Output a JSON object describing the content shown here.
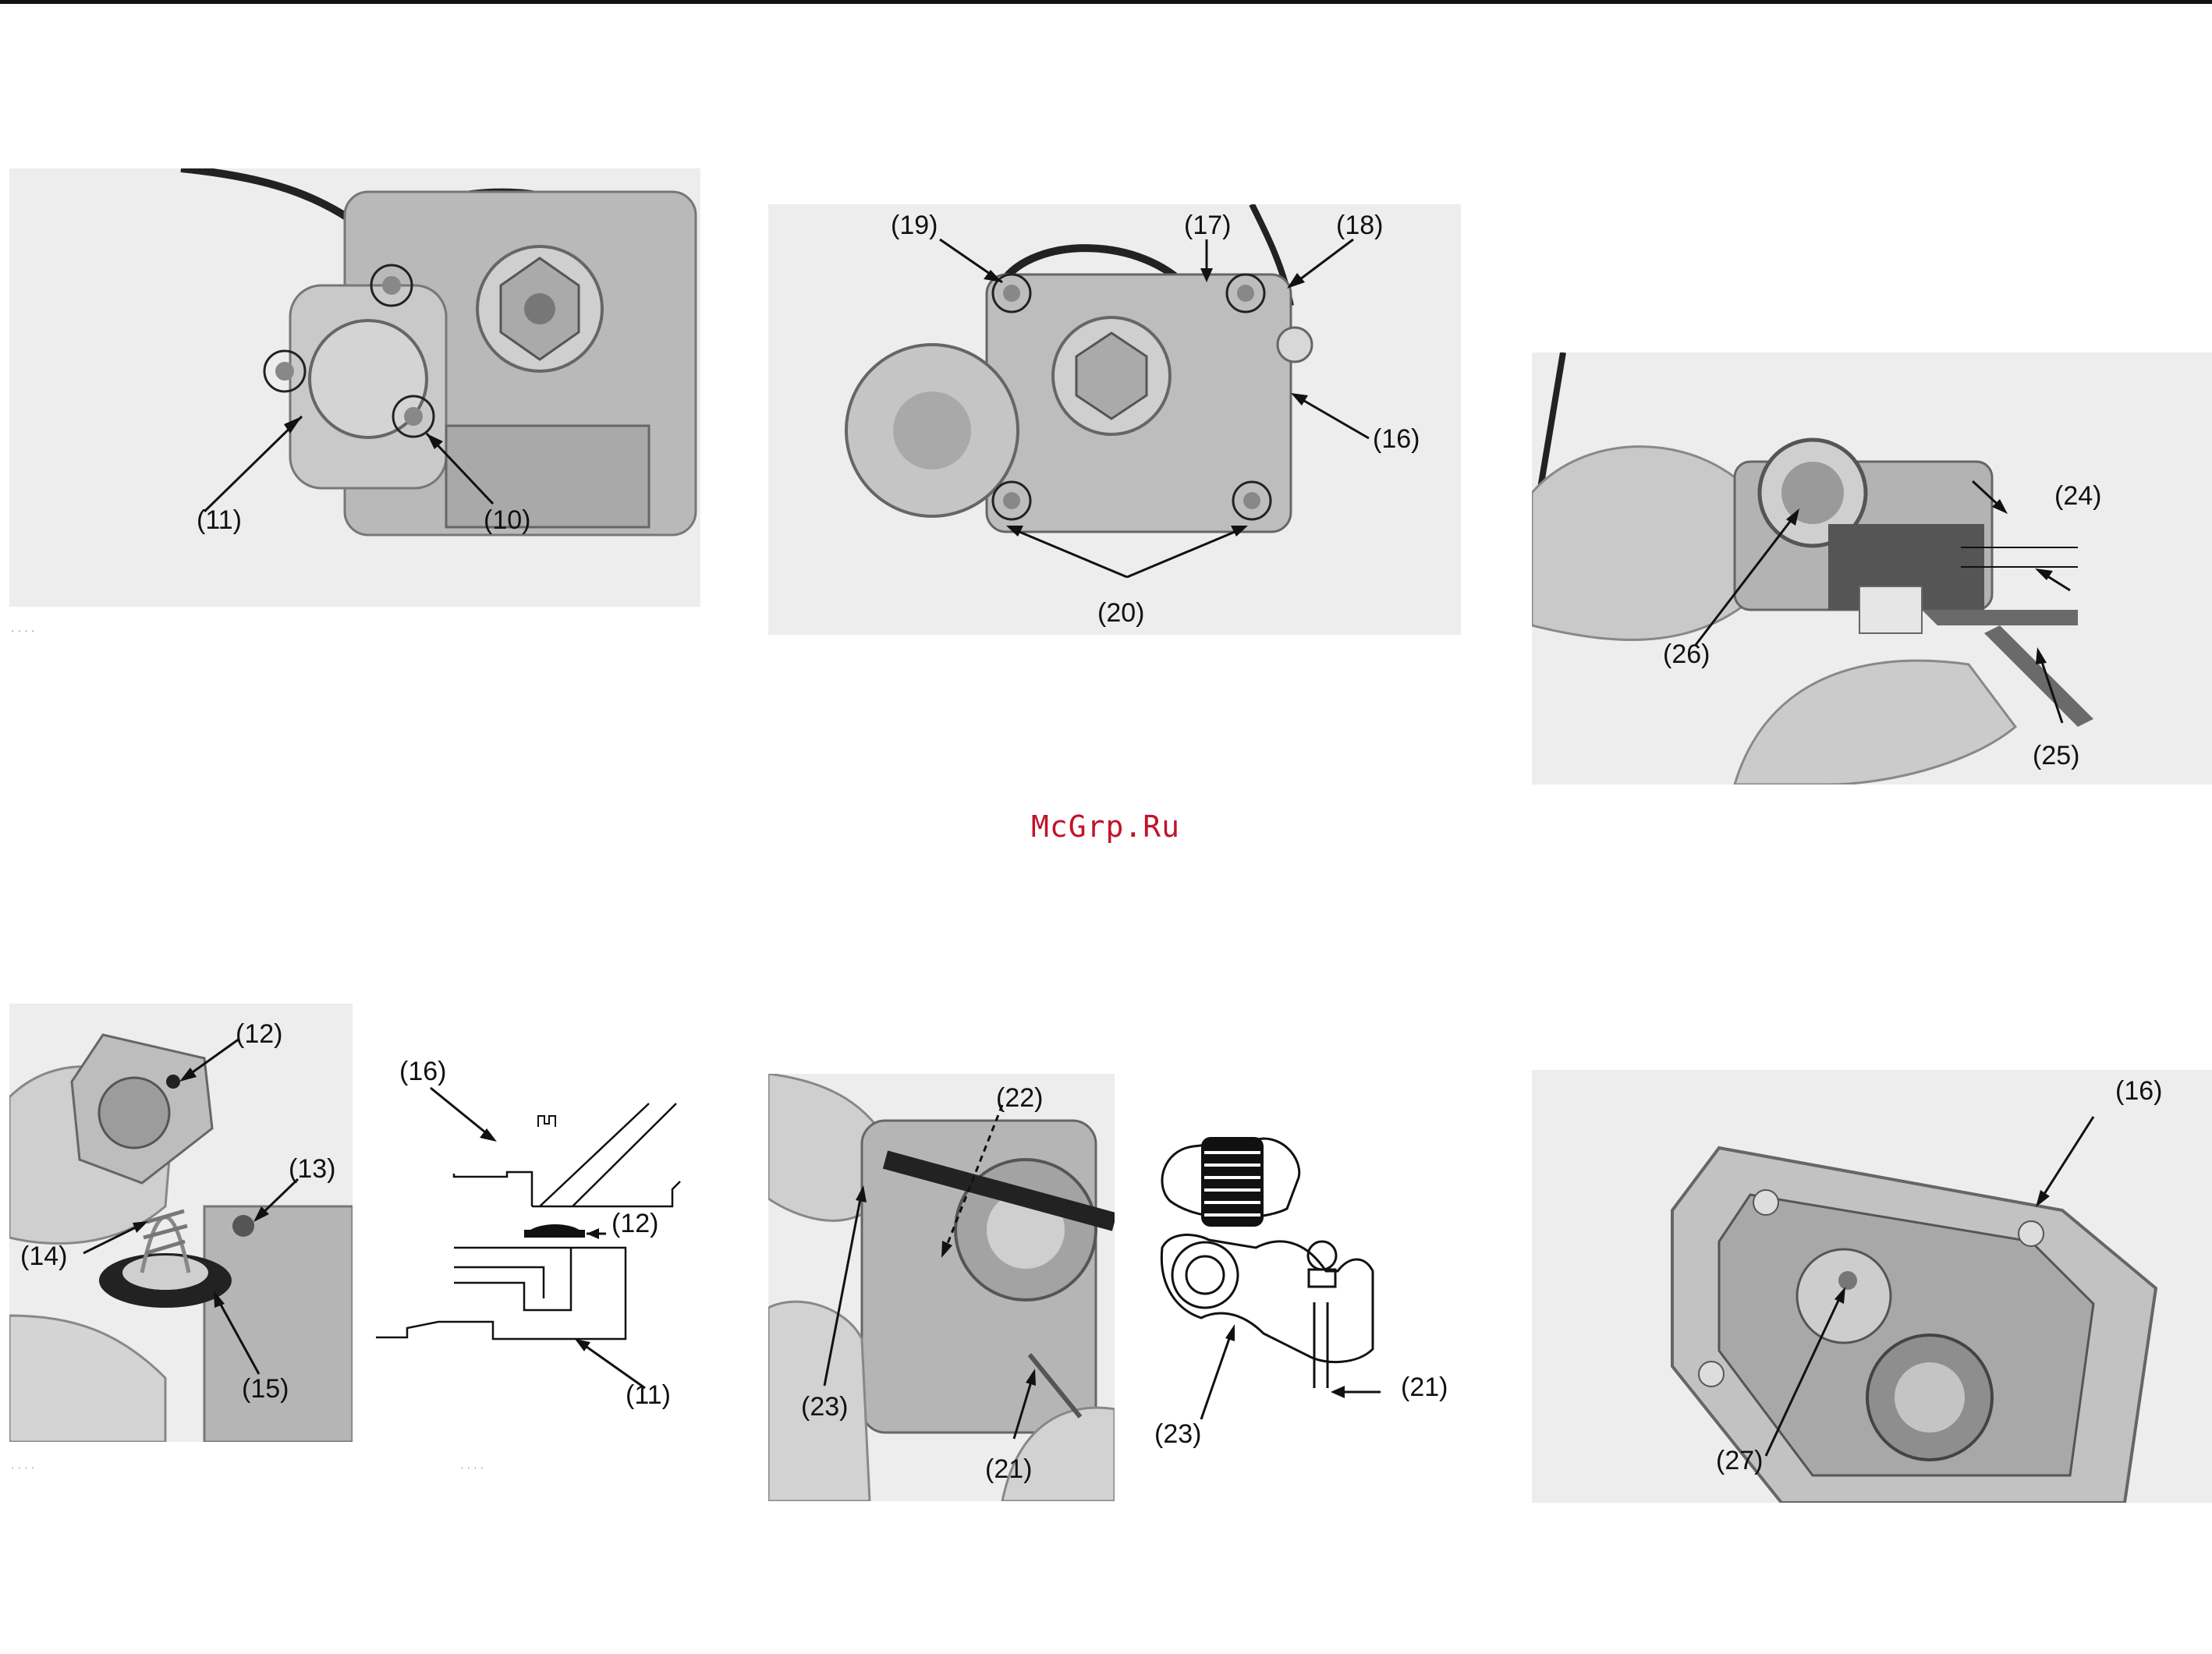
{
  "watermark": "McGrp.Ru",
  "figures": {
    "fig1": {
      "labels": {
        "c11": "(11)",
        "c10": "(10)"
      }
    },
    "fig2": {
      "labels": {
        "c19": "(19)",
        "c17": "(17)",
        "c18": "(18)",
        "c16": "(16)",
        "c20": "(20)"
      }
    },
    "fig3": {
      "labels": {
        "c24": "(24)",
        "c26": "(26)",
        "c25": "(25)"
      }
    },
    "fig4": {
      "labels": {
        "c12": "(12)",
        "c13": "(13)",
        "c14": "(14)",
        "c15": "(15)"
      }
    },
    "fig5": {
      "labels": {
        "c16": "(16)",
        "c12": "(12)",
        "c11": "(11)"
      }
    },
    "fig6": {
      "labels": {
        "c22": "(22)",
        "c23": "(23)",
        "c21": "(21)"
      }
    },
    "fig7": {
      "labels": {
        "c23": "(23)",
        "c21": "(21)"
      }
    },
    "fig8": {
      "labels": {
        "c16": "(16)",
        "c27": "(27)"
      }
    }
  }
}
